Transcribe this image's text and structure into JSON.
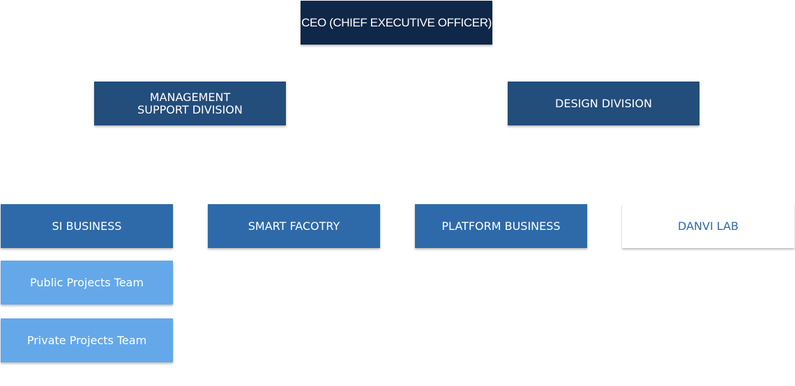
{
  "org_chart": {
    "ceo": {
      "label": "CEO (CHIEF EXECUTIVE OFFICER)"
    },
    "divisions": [
      {
        "label_lines": [
          "MANAGEMENT",
          "SUPPORT DIVISION"
        ]
      },
      {
        "label": "DESIGN DIVISION"
      }
    ],
    "units": [
      {
        "label": "SI BUSINESS"
      },
      {
        "label": "SMART FACOTRY"
      },
      {
        "label": "PLATFORM BUSINESS"
      },
      {
        "label": "DANVI LAB"
      }
    ],
    "teams": [
      {
        "label": "Public Projects Team"
      },
      {
        "label": "Private Projects Team"
      }
    ]
  },
  "colors": {
    "ceo": "#0f2748",
    "division": "#234d7b",
    "unit": "#2e6aaa",
    "team": "#64a8ea",
    "lab_text": "#2e6aaa"
  }
}
